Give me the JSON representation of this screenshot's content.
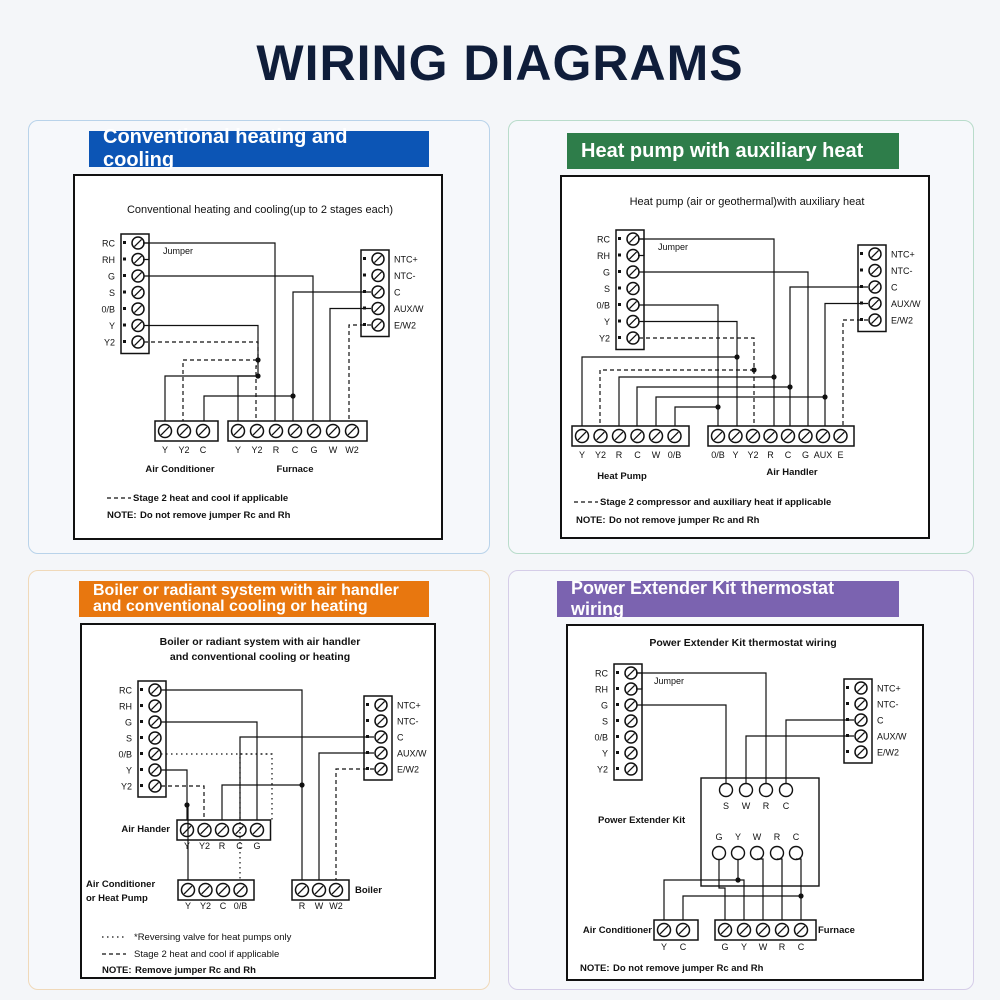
{
  "page_title": "WIRING DIAGRAMS",
  "colors": {
    "blue": "#0c55b5",
    "green": "#2e7d4a",
    "orange": "#e8770f",
    "purple": "#7b63b0"
  },
  "panels": [
    {
      "header": "Conventional heating and cooling",
      "subtitle": "Conventional heating and cooling(up to 2 stages each)",
      "thermostat_left": [
        "RC",
        "RH",
        "G",
        "S",
        "0/B",
        "Y",
        "Y2"
      ],
      "thermostat_right": [
        "NTC+",
        "NTC-",
        "C",
        "AUX/W",
        "E/W2"
      ],
      "jumper": "Jumper",
      "unit1": {
        "name": "Air Conditioner",
        "terms": [
          "Y",
          "Y2",
          "C"
        ]
      },
      "unit2": {
        "name": "Furnace",
        "terms": [
          "Y",
          "Y2",
          "R",
          "C",
          "G",
          "W",
          "W2"
        ]
      },
      "legend": "Stage 2 heat and cool if applicable",
      "note_label": "NOTE:",
      "note": "Do not remove jumper Rc and Rh"
    },
    {
      "header": "Heat pump with auxiliary heat",
      "subtitle": "Heat pump (air or geothermal)with auxiliary heat",
      "thermostat_left": [
        "RC",
        "RH",
        "G",
        "S",
        "0/B",
        "Y",
        "Y2"
      ],
      "thermostat_right": [
        "NTC+",
        "NTC-",
        "C",
        "AUX/W",
        "E/W2"
      ],
      "jumper": "Jumper",
      "unit1": {
        "name": "Heat Pump",
        "terms": [
          "Y",
          "Y2",
          "R",
          "C",
          "W",
          "0/B"
        ]
      },
      "unit2": {
        "name": "Air Handler",
        "terms": [
          "0/B",
          "Y",
          "Y2",
          "R",
          "C",
          "G",
          "AUX",
          "E"
        ]
      },
      "legend": "Stage 2 compressor and auxiliary heat if applicable",
      "note_label": "NOTE:",
      "note": "Do not remove jumper Rc and Rh"
    },
    {
      "header_line1": "Boiler or radiant system with air handler",
      "header_line2": "and conventional cooling or heating",
      "subtitle_line1": "Boiler or radiant system with air handler",
      "subtitle_line2": "and conventional cooling or heating",
      "thermostat_left": [
        "RC",
        "RH",
        "G",
        "S",
        "0/B",
        "Y",
        "Y2"
      ],
      "thermostat_right": [
        "NTC+",
        "NTC-",
        "C",
        "AUX/W",
        "E/W2"
      ],
      "unit1": {
        "name": "Air Hander",
        "terms": [
          "Y",
          "Y2",
          "R",
          "C",
          "G"
        ]
      },
      "unit2": {
        "name_line1": "Air Conditioner",
        "name_line2": "or Heat Pump",
        "terms": [
          "Y",
          "Y2",
          "C",
          "0/B"
        ]
      },
      "unit3": {
        "name": "Boiler",
        "terms": [
          "R",
          "W",
          "W2"
        ]
      },
      "legend_dotted": "*Reversing valve for heat pumps only",
      "legend": "Stage 2 heat and cool if applicable",
      "note_label": "NOTE:",
      "note": "Remove jumper Rc and Rh"
    },
    {
      "header": "Power Extender Kit thermostat wiring",
      "subtitle": "Power Extender Kit thermostat wiring",
      "thermostat_left": [
        "RC",
        "RH",
        "G",
        "S",
        "0/B",
        "Y",
        "Y2"
      ],
      "thermostat_right": [
        "NTC+",
        "NTC-",
        "C",
        "AUX/W",
        "E/W2"
      ],
      "jumper": "Jumper",
      "pek_name": "Power Extender Kit",
      "pek_top_terms": [
        "S",
        "W",
        "R",
        "C"
      ],
      "pek_bottom_terms": [
        "G",
        "Y",
        "W",
        "R",
        "C"
      ],
      "unit1": {
        "name": "Air Conditioner",
        "terms": [
          "Y",
          "C"
        ]
      },
      "unit2": {
        "name": "Furnace",
        "terms": [
          "G",
          "Y",
          "W",
          "R",
          "C"
        ]
      },
      "note_label": "NOTE:",
      "note": "Do not remove jumper Rc and Rh"
    }
  ]
}
